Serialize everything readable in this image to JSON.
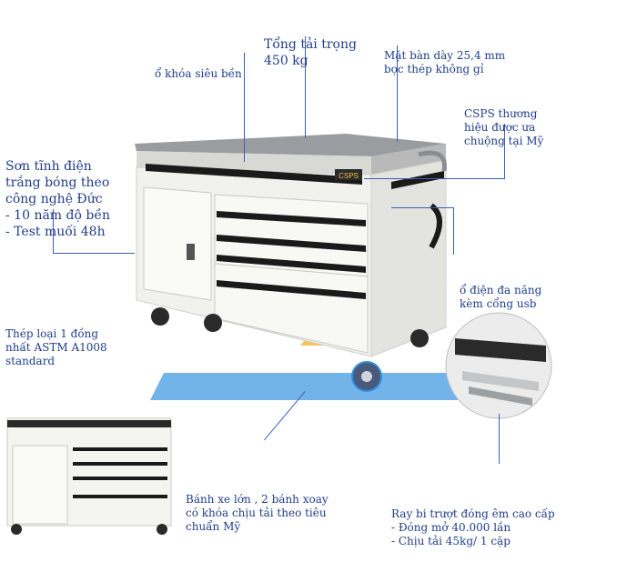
{
  "labels": {
    "load": [
      "Tổng tải trọng",
      "450 kg"
    ],
    "worktop": [
      "Mặt bàn dày 25,4 mm",
      "bọc thép không gỉ"
    ],
    "lock": [
      "ổ khóa siêu bền"
    ],
    "brand": [
      "CSPS thương",
      "hiệu được ưa",
      "chuộng tại Mỹ"
    ],
    "paint": [
      "Sơn tĩnh điện",
      "trắng bóng theo",
      "công nghệ Đức",
      "- 10 năm độ bền",
      "- Test muối 48h"
    ],
    "outlet": [
      "ổ điện đa năng",
      "kèm cổng usb"
    ],
    "steel": [
      "Thép loại 1 đồng",
      "nhất ASTM A1008",
      "standard"
    ],
    "wheels": [
      "Bánh xe lớn , 2 bánh xoay",
      "có khóa chịu tải theo tiêu",
      "chuẩn Mỹ"
    ],
    "rails": [
      "Ray bi trượt đóng êm cao cấp",
      "- Đóng mở 40.000 lần",
      "- Chịu tải 45kg/ 1 cặp"
    ]
  },
  "badge_text": "CSPS",
  "colors": {
    "text": "#1f3d8a",
    "leader": "#3a5fb8",
    "cabinet": "#f1f1ee",
    "top": "#9a9c9f",
    "handle": "#1a1a1a",
    "watermark_blue": "#2f8fe0",
    "watermark_orange": "#f5b21e"
  }
}
